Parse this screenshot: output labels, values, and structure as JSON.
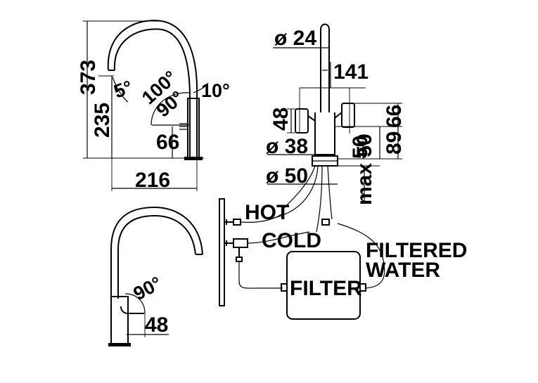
{
  "side_view": {
    "height_total": "373",
    "height_spout": "235",
    "angle_spout": "5°",
    "angle_lever_rotation": "100°",
    "angle_lever_90": "90°",
    "angle_lever_10": "10°",
    "lever_offset": "66",
    "reach": "216"
  },
  "front_view": {
    "spout_diameter": "ø 24",
    "spout_height": "141",
    "lever_height": "48",
    "lever_span": "66",
    "body_height": "89",
    "body_diameter": "ø 38",
    "base_height": "50",
    "base_diameter": "ø 50",
    "deck_thickness": "max 50"
  },
  "plan_view": {
    "lever_angle": "90°",
    "lever_length": "48"
  },
  "connections": {
    "hot": "HOT",
    "cold": "COLD",
    "filter": "FILTER",
    "filtered_water_line1": "FILTERED",
    "filtered_water_line2": "WATER"
  }
}
